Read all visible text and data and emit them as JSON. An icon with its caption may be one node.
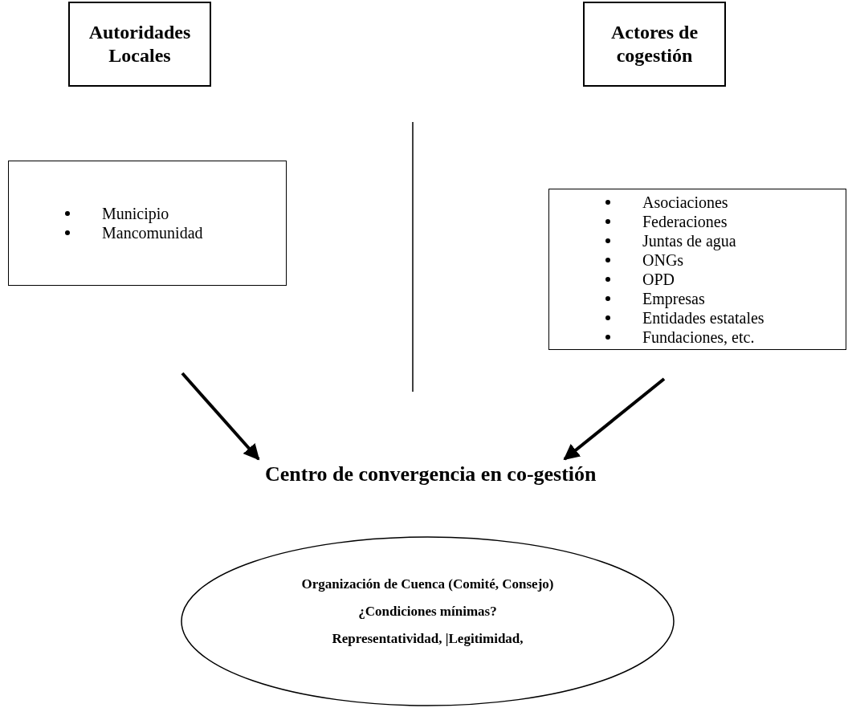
{
  "diagram": {
    "nodes": [
      {
        "text": [
          "Autoridades Locales"
        ]
      },
      {
        "text": [
          "Actores de cogestión"
        ]
      },
      {
        "text": [
          "Municipio",
          "Mancomunidad"
        ]
      },
      {
        "text": [
          "Asociaciones",
          "Federaciones",
          "Juntas de agua",
          "ONGs",
          "OPD",
          "Empresas",
          "Entidades estatales",
          "Fundaciones, etc."
        ]
      },
      {
        "text": [
          "Centro de convergencia en co-gestión"
        ]
      },
      {
        "text": [
          "Organización de Cuenca (Comité, Consejo)",
          "¿Condiciones mínimas?",
          "Representatividad, |Legitimidad,"
        ]
      }
    ],
    "edges": [
      {
        "from": null,
        "to": 4,
        "arrow": "to"
      },
      {
        "from": null,
        "to": 4,
        "arrow": "to"
      }
    ]
  }
}
